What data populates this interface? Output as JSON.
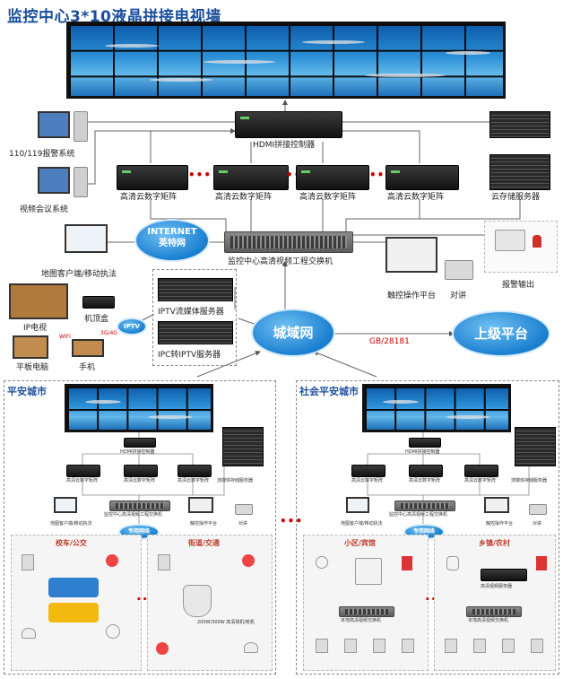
{
  "title": "监控中心3*10液晶拼接电视墙",
  "center": {
    "hdmi_controller": "HDMI拼接控制器",
    "matrix_label": "高清云数字矩阵",
    "cloud_storage": "云存储服务器",
    "alarm_110": "110/119报警系统",
    "video_conf": "视频会议系统",
    "internet_cloud_line1": "INTERNET",
    "internet_cloud_line2": "英特网",
    "core_switch": "监控中心高清视频工程交换机",
    "map_client": "地图客户端/移动执法",
    "touch_platform": "触控操作平台",
    "intercom": "对讲",
    "alarm_output": "报警输出",
    "iptv_stream_server": "IPTV流媒体服务器",
    "ipc_iptv_server": "IPC转IPTV服务器",
    "settop_box": "机顶盒",
    "iptv_badge": "IPTV",
    "ip_tv": "IP电视",
    "tablet": "平板电脑",
    "phone": "手机",
    "wifi": "WIFI",
    "net_3g4g": "3G/4G",
    "metro_net": "城域网",
    "gb_label": "GB/28181",
    "upper_platform": "上级平台"
  },
  "left_panel": {
    "title": "平安城市",
    "hdmi": "HDMI拼接控制器",
    "matrix": "高清云数字矩阵",
    "storage": "流媒体存储服务器",
    "switch": "监控中心高清视频工程交换机",
    "map_client": "地图客户端/移动执法",
    "touch": "触控操作平台",
    "intercom": "对讲",
    "net_badge": "专用网络",
    "sub_a": "校车/公交",
    "sub_b": "街道/交通",
    "dome_label": "200W/300W 高清球机/枪机"
  },
  "right_panel": {
    "title": "社会平安城市",
    "hdmi": "HDMI拼接控制器",
    "matrix": "高清云数字矩阵",
    "storage": "流媒体存储服务器",
    "switch": "监控中心高清视频工程交换机",
    "map_client": "地图客户端/移动执法",
    "touch": "触控操作平台",
    "intercom": "对讲",
    "net_badge": "专用网络",
    "sub_a": "小区/宾馆",
    "sub_b": "乡镇/农村",
    "local_switch": "本地高清视频交换机",
    "local_server": "高清视频服务器"
  },
  "colors": {
    "title_blue": "#1a4f9c",
    "cloud_blue": "#1a7fd0",
    "link_red": "#cc0000",
    "arrow_gray": "#555555"
  }
}
